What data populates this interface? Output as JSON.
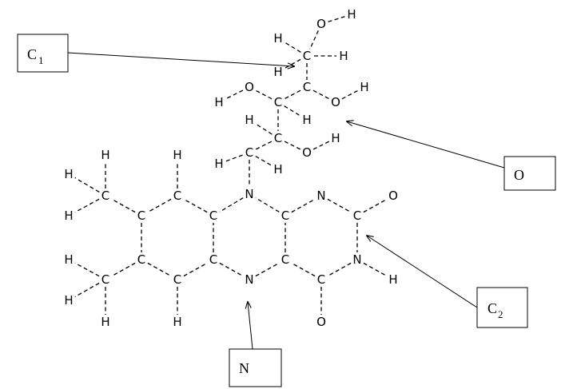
{
  "labels": {
    "c1": {
      "main": "C",
      "sub": "1"
    },
    "c2": {
      "main": "C",
      "sub": "2"
    },
    "o": "O",
    "n": "N"
  },
  "atom_symbols": {
    "carbon": "C",
    "nitrogen": "N",
    "oxygen": "O",
    "hydrogen": "H"
  }
}
